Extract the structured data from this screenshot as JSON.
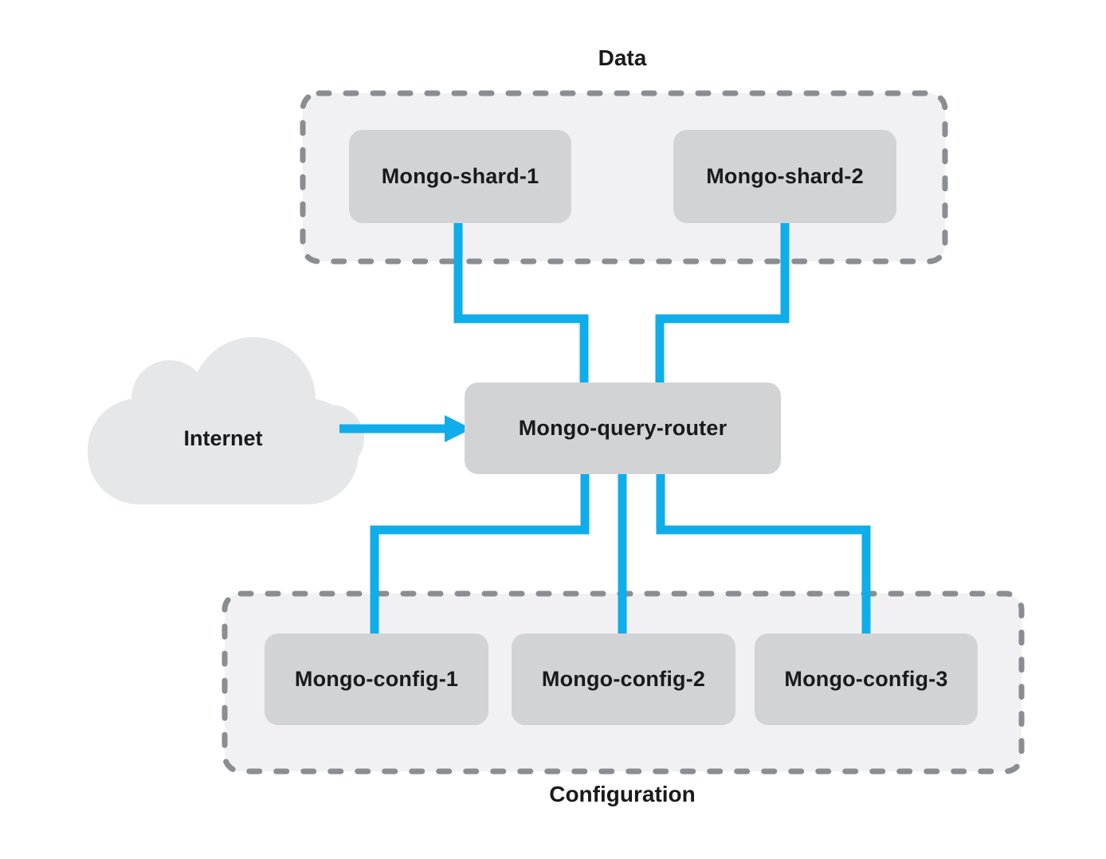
{
  "groups": {
    "data": {
      "label": "Data"
    },
    "config": {
      "label": "Configuration"
    }
  },
  "nodes": {
    "internet": {
      "label": "Internet"
    },
    "shard1": {
      "label": "Mongo-shard-1"
    },
    "shard2": {
      "label": "Mongo-shard-2"
    },
    "router": {
      "label": "Mongo-query-router"
    },
    "config1": {
      "label": "Mongo-config-1"
    },
    "config2": {
      "label": "Mongo-config-2"
    },
    "config3": {
      "label": "Mongo-config-3"
    }
  },
  "colors": {
    "accent": "#0fadea",
    "node-fill": "#d2d3d5",
    "group-fill": "#f1f1f3",
    "group-stroke": "#8a8d91",
    "cloud-fill": "#e6e7e8",
    "ink": "#1a1a1a"
  }
}
